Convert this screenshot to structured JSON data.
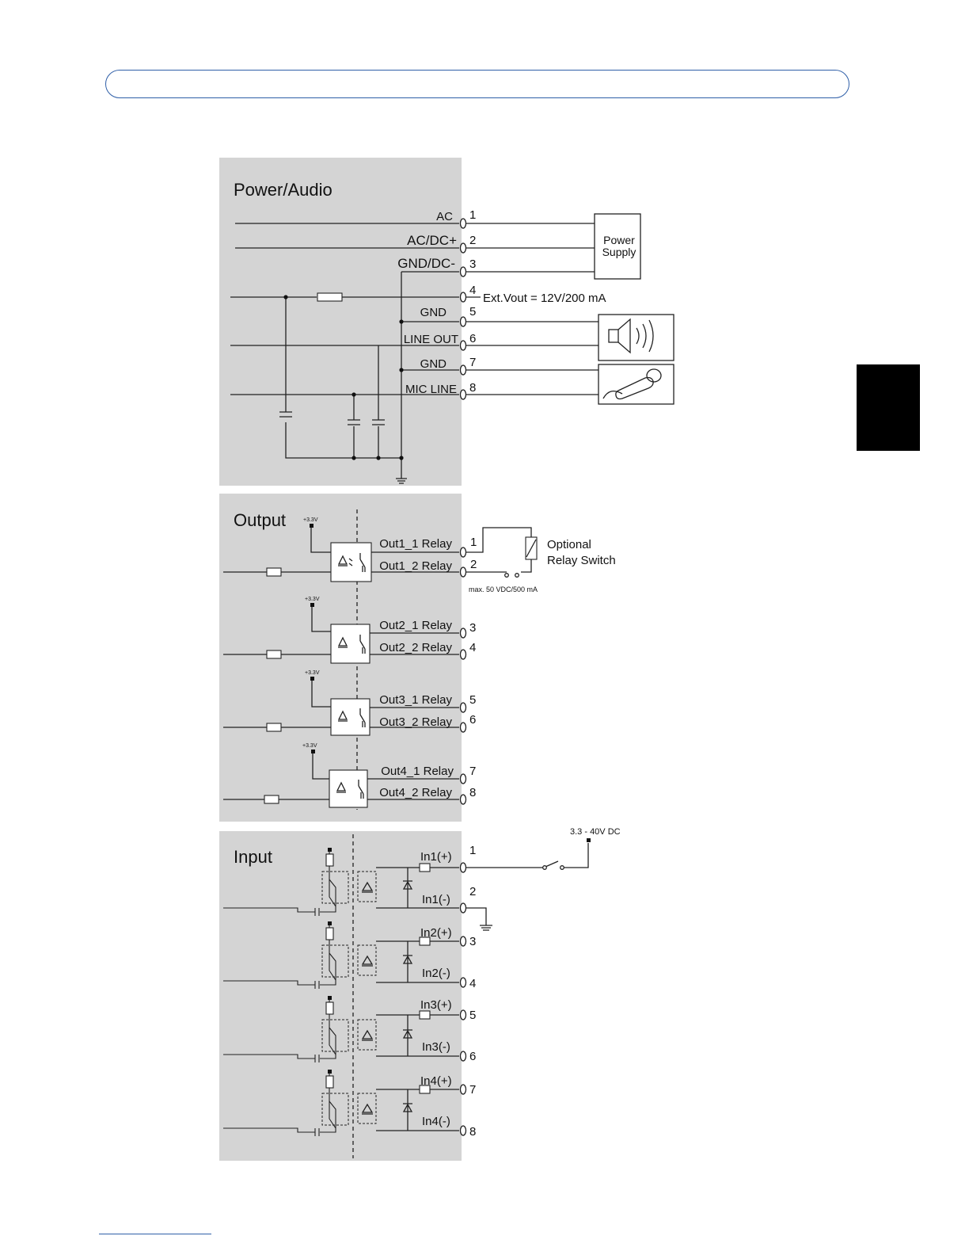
{
  "sections": {
    "power_audio": {
      "title": "Power/Audio",
      "pins": [
        {
          "number": "1",
          "label": "AC"
        },
        {
          "number": "2",
          "label": "AC/DC+"
        },
        {
          "number": "3",
          "label": "GND/DC-"
        },
        {
          "number": "4",
          "label": ""
        },
        {
          "number": "5",
          "label": "GND"
        },
        {
          "number": "6",
          "label": "LINE OUT"
        },
        {
          "number": "7",
          "label": "GND"
        },
        {
          "number": "8",
          "label": "MIC LINE"
        }
      ],
      "ext_vout": "Ext.Vout = 12V/200 mA",
      "power_supply_line1": "Power",
      "power_supply_line2": "Supply"
    },
    "output": {
      "title": "Output",
      "supply_label": "+3.3V",
      "pins": [
        {
          "number": "1",
          "label": "Out1_1 Relay"
        },
        {
          "number": "2",
          "label": "Out1_2 Relay"
        },
        {
          "number": "3",
          "label": "Out2_1 Relay"
        },
        {
          "number": "4",
          "label": "Out2_2 Relay"
        },
        {
          "number": "5",
          "label": "Out3_1 Relay"
        },
        {
          "number": "6",
          "label": "Out3_2 Relay"
        },
        {
          "number": "7",
          "label": "Out4_1 Relay"
        },
        {
          "number": "8",
          "label": "Out4_2 Relay"
        }
      ],
      "relay_switch_line1": "Optional",
      "relay_switch_line2": "Relay Switch",
      "max_rating": "max. 50 VDC/500 mA"
    },
    "input": {
      "title": "Input",
      "pins": [
        {
          "number": "1",
          "label": "In1(+)"
        },
        {
          "number": "2",
          "label": "In1(-)"
        },
        {
          "number": "3",
          "label": "In2(+)"
        },
        {
          "number": "4",
          "label": "In2(-)"
        },
        {
          "number": "5",
          "label": "In3(+)"
        },
        {
          "number": "6",
          "label": "In3(-)"
        },
        {
          "number": "7",
          "label": "In4(+)"
        },
        {
          "number": "8",
          "label": "In4(-)"
        }
      ],
      "supply_label": "3.3 - 40V DC"
    }
  }
}
